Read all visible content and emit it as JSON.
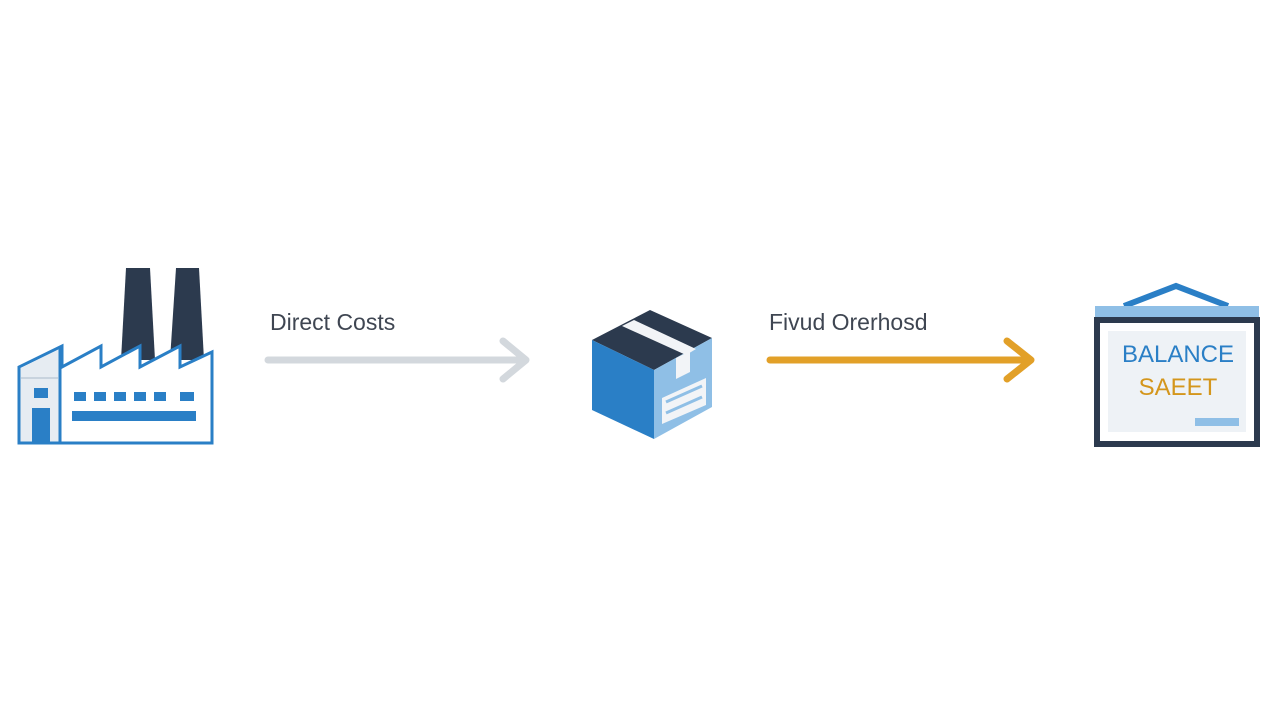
{
  "colors": {
    "dark": "#2c3a4e",
    "blue": "#2a7fc6",
    "light_blue": "#8fbfe6",
    "pale": "#eef2f6",
    "gray_arrow": "#d3d8dd",
    "gold_arrow": "#e2a028",
    "sheet_blue": "#2a7fc6",
    "sheet_gold": "#d4961c"
  },
  "nodes": [
    {
      "id": "factory",
      "icon": "factory-icon"
    },
    {
      "id": "product",
      "icon": "product-box-icon"
    },
    {
      "id": "balance-sheet",
      "icon": "balance-sheet-icon",
      "line1": "BALANCE",
      "line2": "SAEET"
    }
  ],
  "edges": [
    {
      "from": "factory",
      "to": "product",
      "label": "Direct Costs",
      "color": "#d3d8dd"
    },
    {
      "from": "product",
      "to": "balance-sheet",
      "label": "Fivud Orerhosd",
      "color": "#e2a028"
    }
  ]
}
